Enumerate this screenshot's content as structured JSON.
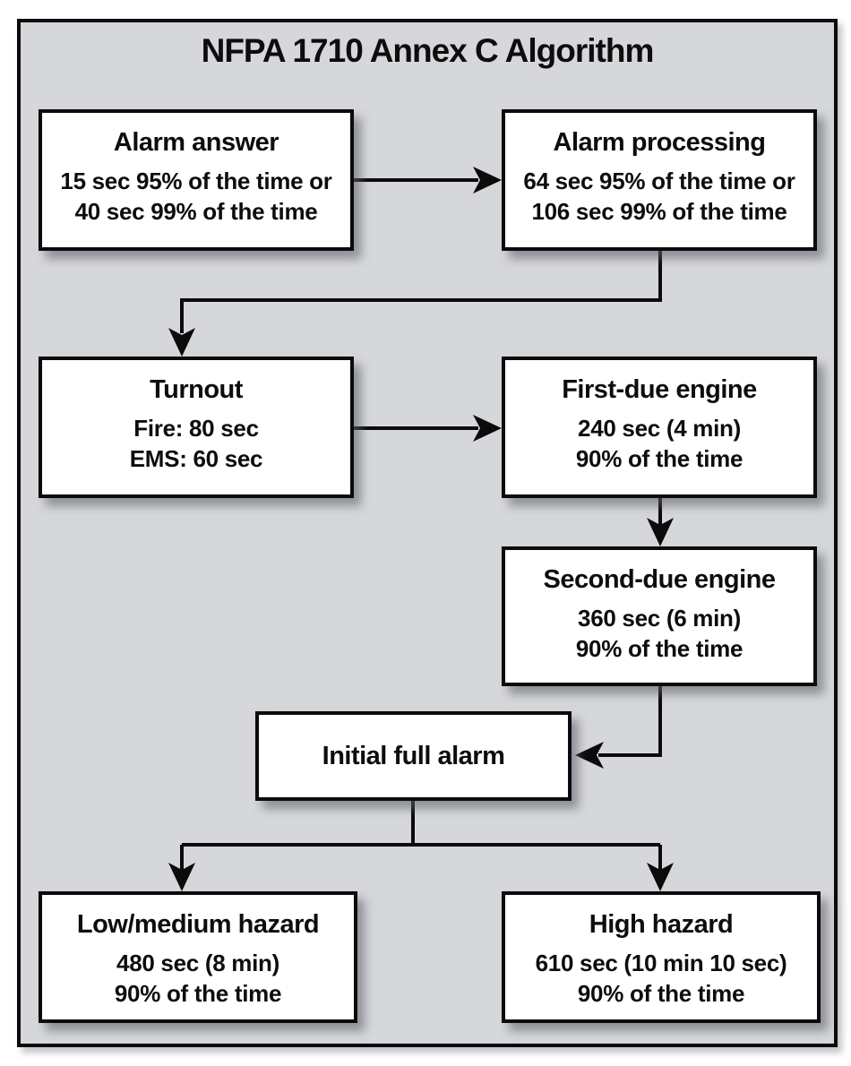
{
  "title": "NFPA 1710 Annex C Algorithm",
  "colors": {
    "page_background": "#ffffff",
    "panel_background": "#d6d7db",
    "node_fill": "#ffffff",
    "line_and_border": "#0b0b0b",
    "text": "#0d0d0d"
  },
  "nodes": [
    {
      "id": "alarm-answer",
      "title": "Alarm answer",
      "lines": [
        "15 sec 95% of the time or",
        "40 sec 99% of the time"
      ]
    },
    {
      "id": "alarm-processing",
      "title": "Alarm processing",
      "lines": [
        "64 sec 95% of the time or",
        "106 sec 99% of the time"
      ]
    },
    {
      "id": "turnout",
      "title": "Turnout",
      "lines": [
        "Fire: 80 sec",
        "EMS: 60 sec"
      ]
    },
    {
      "id": "first-due-engine",
      "title": "First-due engine",
      "lines": [
        "240 sec (4 min)",
        "90% of the time"
      ]
    },
    {
      "id": "second-due-engine",
      "title": "Second-due engine",
      "lines": [
        "360 sec (6 min)",
        "90% of the time"
      ]
    },
    {
      "id": "initial-full-alarm",
      "title": "Initial full alarm",
      "lines": []
    },
    {
      "id": "low-medium-hazard",
      "title": "Low/medium hazard",
      "lines": [
        "480 sec (8 min)",
        "90% of the time"
      ]
    },
    {
      "id": "high-hazard",
      "title": "High hazard",
      "lines": [
        "610 sec (10 min 10 sec)",
        "90% of the time"
      ]
    }
  ],
  "edges": [
    {
      "from": "alarm-answer",
      "to": "alarm-processing"
    },
    {
      "from": "alarm-processing",
      "to": "turnout"
    },
    {
      "from": "turnout",
      "to": "first-due-engine"
    },
    {
      "from": "first-due-engine",
      "to": "second-due-engine"
    },
    {
      "from": "second-due-engine",
      "to": "initial-full-alarm"
    },
    {
      "from": "initial-full-alarm",
      "to": "low-medium-hazard"
    },
    {
      "from": "initial-full-alarm",
      "to": "high-hazard"
    }
  ]
}
